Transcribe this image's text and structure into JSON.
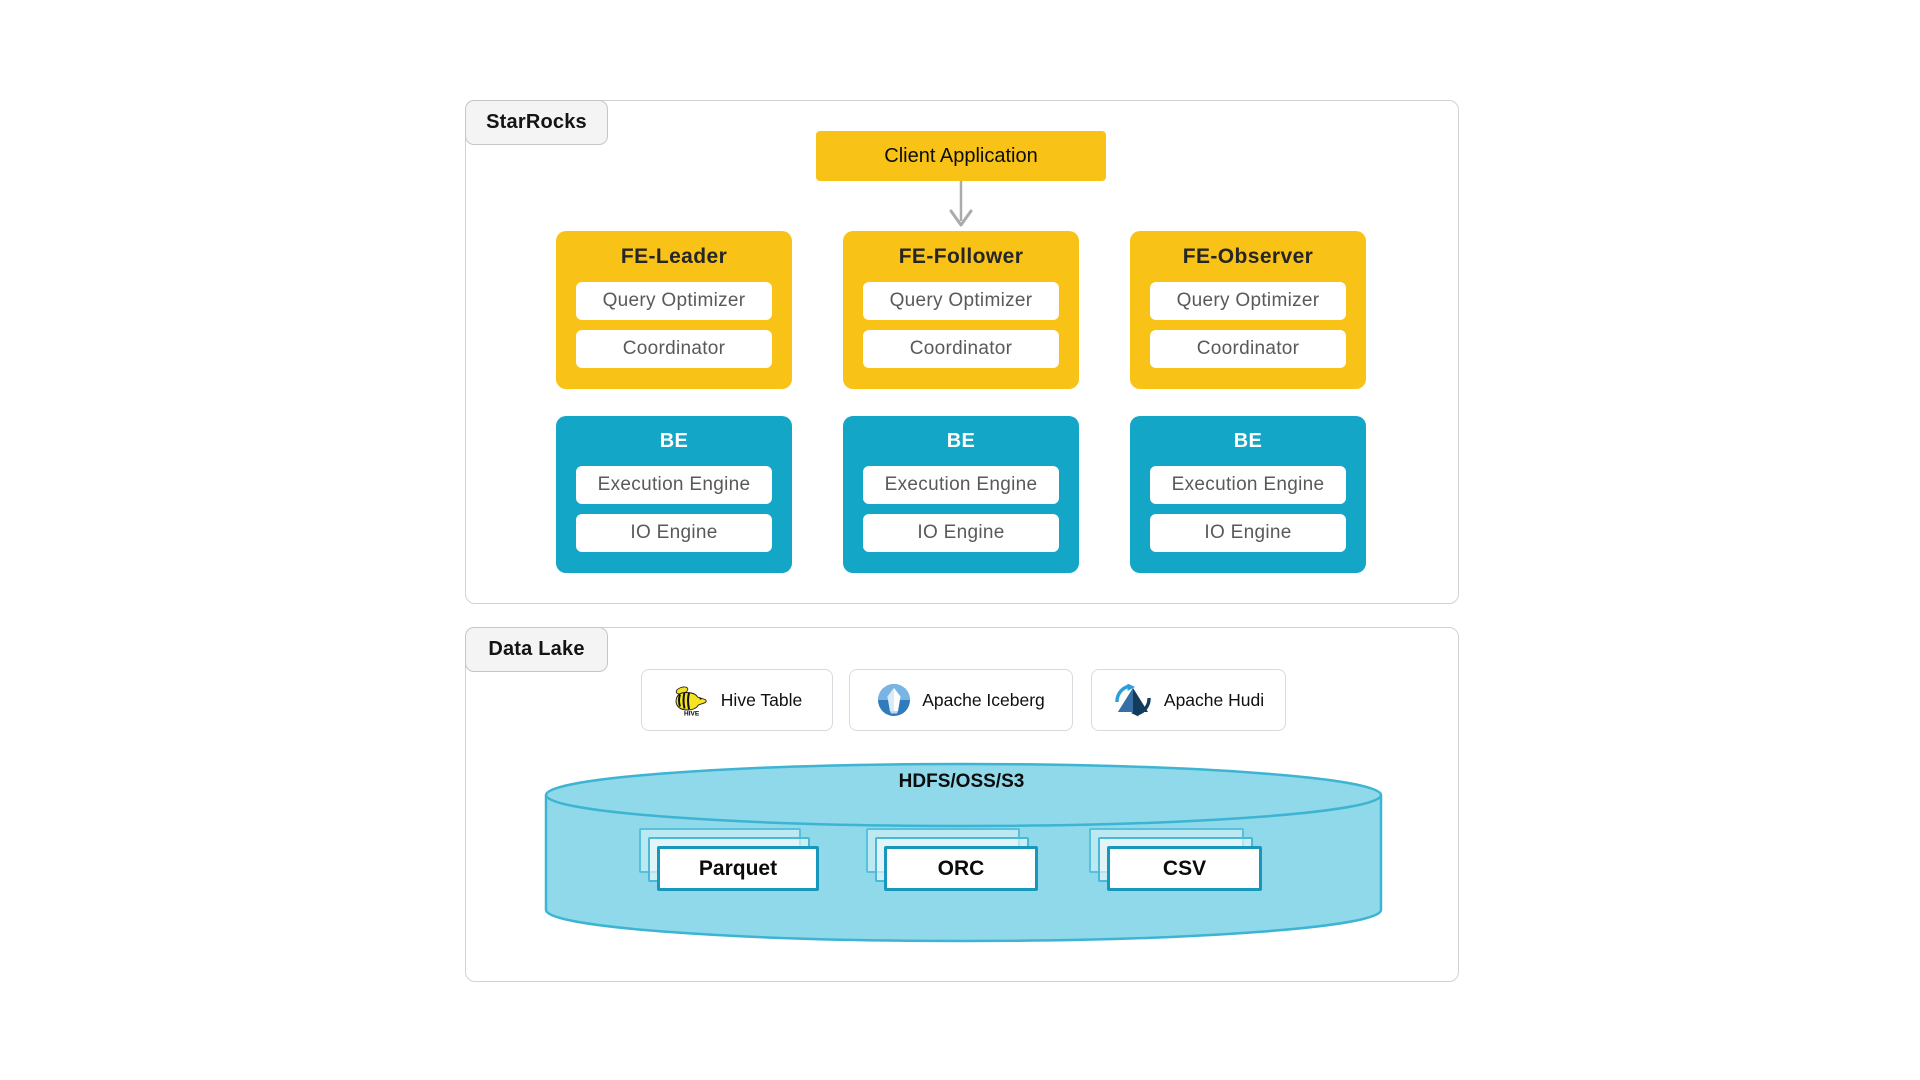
{
  "starrocks": {
    "label": "StarRocks",
    "client_application": "Client Application",
    "fe_nodes": [
      {
        "title": "FE-Leader",
        "items": [
          "Query Optimizer",
          "Coordinator"
        ]
      },
      {
        "title": "FE-Follower",
        "items": [
          "Query Optimizer",
          "Coordinator"
        ]
      },
      {
        "title": "FE-Observer",
        "items": [
          "Query Optimizer",
          "Coordinator"
        ]
      }
    ],
    "be_nodes": [
      {
        "title": "BE",
        "items": [
          "Execution Engine",
          "IO Engine"
        ]
      },
      {
        "title": "BE",
        "items": [
          "Execution Engine",
          "IO Engine"
        ]
      },
      {
        "title": "BE",
        "items": [
          "Execution Engine",
          "IO Engine"
        ]
      }
    ]
  },
  "data_lake": {
    "label": "Data Lake",
    "catalogs": [
      {
        "label": "Hive Table",
        "icon": "hive-icon"
      },
      {
        "label": "Apache Iceberg",
        "icon": "iceberg-icon"
      },
      {
        "label": "Apache Hudi",
        "icon": "hudi-icon"
      }
    ],
    "storage": {
      "label": "HDFS/OSS/S3",
      "formats": [
        "Parquet",
        "ORC",
        "CSV"
      ]
    }
  },
  "colors": {
    "gold": "#F9C216",
    "teal": "#14A6C6",
    "cylinder_fill": "#8FD9EA",
    "cylinder_stroke": "#3CB4D2",
    "doc_front_border": "#1897BC",
    "doc_back_border": "#55C1DB",
    "panel_border": "#D2D2D2",
    "label_fill": "#F4F4F4",
    "arrow": "#ABABAB"
  }
}
